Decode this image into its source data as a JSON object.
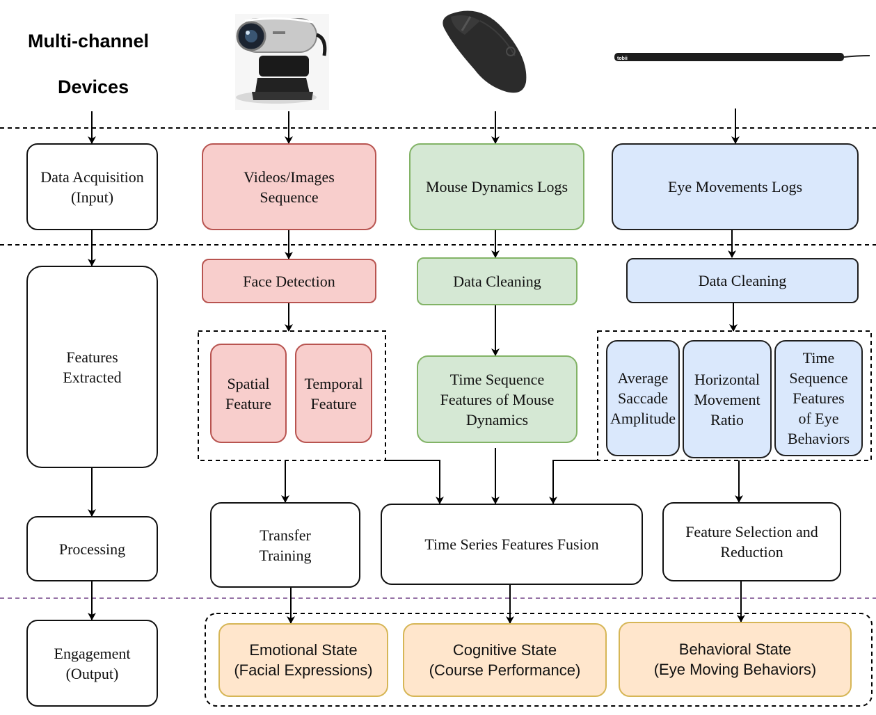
{
  "header": {
    "title_line1": "Multi-channel",
    "title_line2": "Devices",
    "devices": [
      {
        "name": "webcam",
        "icon": "webcam-icon"
      },
      {
        "name": "mouse",
        "icon": "mouse-icon"
      },
      {
        "name": "eye tracker",
        "icon": "eye-tracker-icon",
        "brand": "tobii"
      }
    ]
  },
  "stages": {
    "input": "Data Acquisition\n(Input)",
    "features": "Features\nExtracted",
    "processing": "Processing",
    "output": "Engagement\n(Output)"
  },
  "video": {
    "source": "Videos/Images\nSequence",
    "detection": "Face Detection",
    "spatial": "Spatial\nFeature",
    "temporal": "Temporal\nFeature",
    "training": "Transfer\nTraining"
  },
  "mouse": {
    "source": "Mouse Dynamics Logs",
    "cleaning": "Data Cleaning",
    "features": "Time Sequence\nFeatures of Mouse\nDynamics"
  },
  "eye": {
    "source": "Eye Movements Logs",
    "cleaning": "Data Cleaning",
    "saccade": "Average\nSaccade\nAmplitude",
    "horizontal": "Horizontal\nMovement\nRatio",
    "sequence": "Time\nSequence\nFeatures\nof  Eye\nBehaviors",
    "selection": "Feature Selection and\nReduction"
  },
  "fusion": "Time Series Features  Fusion",
  "outputs": {
    "emotional": "Emotional State\n(Facial Expressions)",
    "cognitive": "Cognitive State\n(Course Performance)",
    "behavioral": "Behavioral State\n(Eye Moving Behaviors)"
  },
  "colors": {
    "video_fill": "#f8cecc",
    "video_stroke": "#b85450",
    "mouse_fill": "#d5e8d4",
    "mouse_stroke": "#82b366",
    "eye_fill": "#dae8fc",
    "output_fill": "#ffe6cc",
    "output_stroke": "#d6b656",
    "divider": "#9673a6"
  }
}
